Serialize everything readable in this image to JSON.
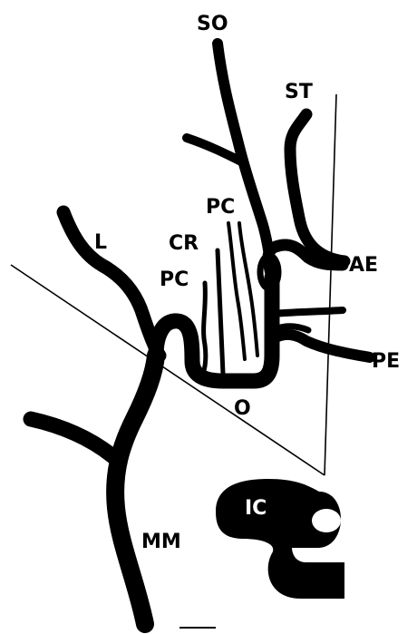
{
  "labels": {
    "so": "SO",
    "st": "ST",
    "pc_upper": "PC",
    "l": "L",
    "cr": "CR",
    "pc_lower": "PC",
    "ae": "AE",
    "pe": "PE",
    "o": "O",
    "ic": "IC",
    "mm": "MM"
  }
}
